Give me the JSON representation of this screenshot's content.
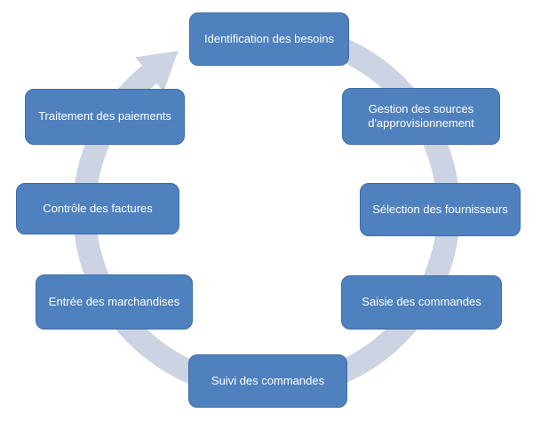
{
  "diagram": {
    "type": "cycle",
    "direction": "clockwise",
    "nodes": [
      {
        "label": "Identification des besoins",
        "position": "top"
      },
      {
        "label": "Gestion des sources d'approvisionnement",
        "position": "top-right"
      },
      {
        "label": "Sélection des fournisseurs",
        "position": "right"
      },
      {
        "label": "Saisie des commandes",
        "position": "bottom-right"
      },
      {
        "label": "Suivi des commandes",
        "position": "bottom"
      },
      {
        "label": "Entrée des marchandises",
        "position": "bottom-left"
      },
      {
        "label": "Contrôle des factures",
        "position": "left"
      },
      {
        "label": "Traitement des paiements",
        "position": "top-left"
      }
    ],
    "colors": {
      "node_fill": "#4E81BD",
      "node_border": "#3E6DA6",
      "node_text": "#FFFFFF",
      "arrow": "#CCD3E2",
      "background": "#FFFFFF"
    }
  }
}
